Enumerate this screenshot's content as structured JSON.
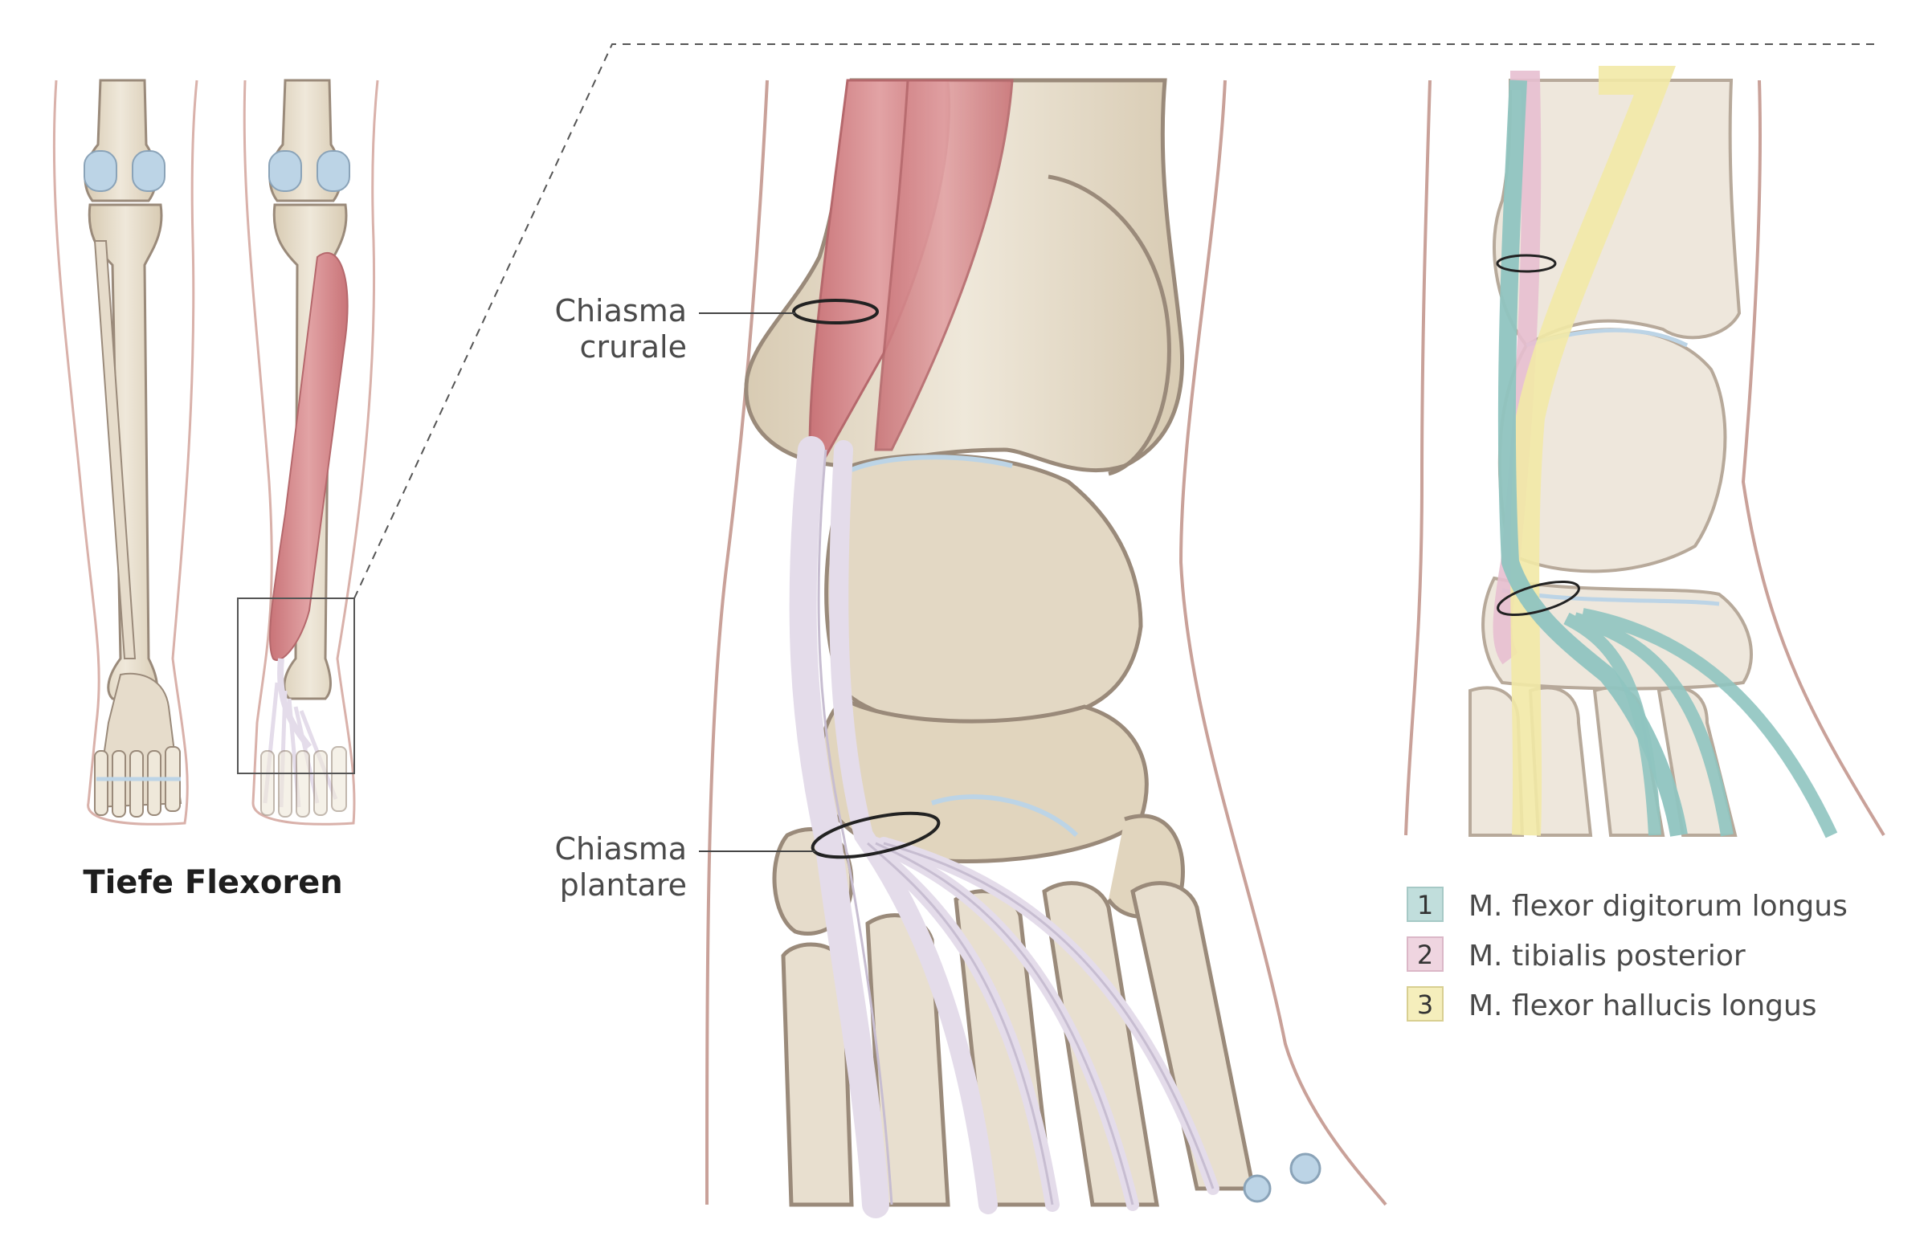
{
  "title": "Tiefe Flexoren",
  "labels": {
    "chiasma_crurale_line1": "Chiasma",
    "chiasma_crurale_line2": "crurale",
    "chiasma_plantare_line1": "Chiasma",
    "chiasma_plantare_line2": "plantare"
  },
  "legend": [
    {
      "number": "1",
      "text": "M. flexor digitorum longus",
      "color": "#8fc4c0"
    },
    {
      "number": "2",
      "text": "M. tibialis posterior",
      "color": "#e7bfd0"
    },
    {
      "number": "3",
      "text": "M. flexor hallucis longus",
      "color": "#f2e9a6"
    }
  ],
  "colors": {
    "bone": "#e9e1d2",
    "bone_shade": "#d9ccb4",
    "bone_outline": "#9a8a7a",
    "skin_outline": "#c9a199",
    "muscle": "#d98f92",
    "tendon": "#e4dcea",
    "cartilage": "#bcd4e6"
  }
}
